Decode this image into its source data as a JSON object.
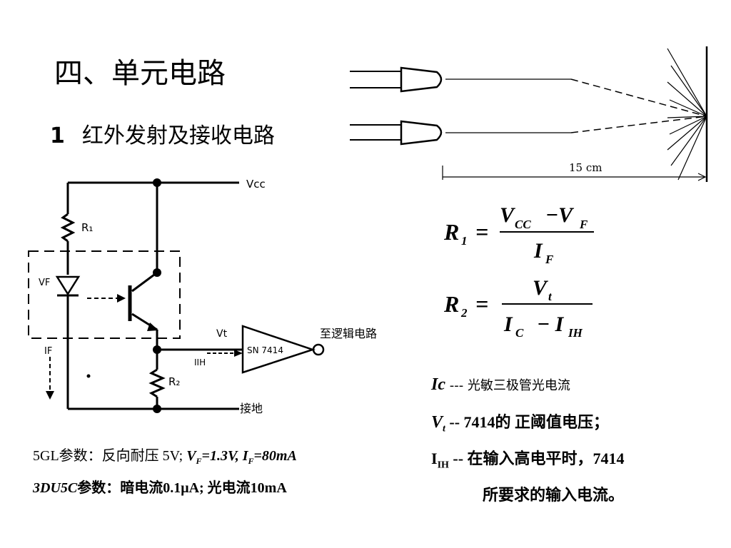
{
  "slide": {
    "title": "四、单元电路",
    "subtitle_num": "1",
    "subtitle_text": "红外发射及接收电路"
  },
  "distance_diagram": {
    "distance_label": "15 cm"
  },
  "circuit": {
    "vcc_label": "Vcc",
    "r1_label": "R₁",
    "r2_label": "R₂",
    "vf_label": "VF",
    "if_label": "IF",
    "vt_label": "Vt",
    "iih_label": "IIH",
    "gate_label": "SN 7414",
    "output_label": "至逻辑电路",
    "ground_label": "接地"
  },
  "formulas": {
    "r1_lhs": "R",
    "r1_sub": "1",
    "r1_num": "V",
    "r1_num_sub1": "CC",
    "r1_minus": "−V",
    "r1_num_sub2": "F",
    "r1_den": "I",
    "r1_den_sub": "F",
    "r2_lhs": "R",
    "r2_sub": "2",
    "r2_num": "V",
    "r2_num_sub": "t",
    "r2_den1": "I",
    "r2_den1_sub": "C",
    "r2_minus": "− I",
    "r2_den2_sub": "IH",
    "equals": "="
  },
  "params": {
    "line1_prefix": "5GL参数：反向耐压 5V; ",
    "line1_vf": "V",
    "line1_vf_sub": "F",
    "line1_vf_val": "=1.3V, ",
    "line1_if": "I",
    "line1_if_sub": "F",
    "line1_if_val": "=80mA",
    "line2_model": "3DU5C",
    "line2_rest": "参数：暗电流0.1μA; 光电流10mA"
  },
  "notes": {
    "ic_sym": "Ic",
    "ic_text": " --- 光敏三极管光电流",
    "vt_sym": "V",
    "vt_sub": "t",
    "vt_text": " -- 7414的 正阈值电压；",
    "iih_sym": "I",
    "iih_sub": "IH",
    "iih_text": " -- 在输入高电平时，7414",
    "iih_text2": "所要求的输入电流。"
  },
  "colors": {
    "ink": "#000000",
    "background": "#ffffff"
  }
}
